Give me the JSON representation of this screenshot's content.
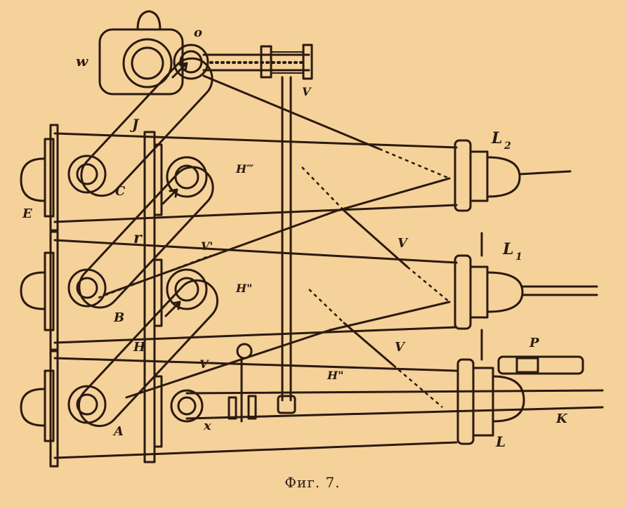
{
  "figure": {
    "caption": "Фиг. 7.",
    "background_color": "#f5d29a",
    "ink_color": "#2a1a10"
  },
  "labels": {
    "w": "w",
    "o": "o",
    "V_top": "V",
    "J": "J",
    "L2_main": "L",
    "L2_sub": "2",
    "C": "C",
    "H3": "H‴",
    "E": "E",
    "r": "r",
    "V_prime": "V'",
    "V_mid1": "V",
    "L1_main": "L",
    "L1_sub": "1",
    "B": "B",
    "H2": "H\"",
    "H": "H",
    "V_mid2": "V",
    "V_low": "V",
    "H2_low": "H\"",
    "P": "P",
    "A": "A",
    "X": "x",
    "L": "L",
    "K": "K"
  }
}
